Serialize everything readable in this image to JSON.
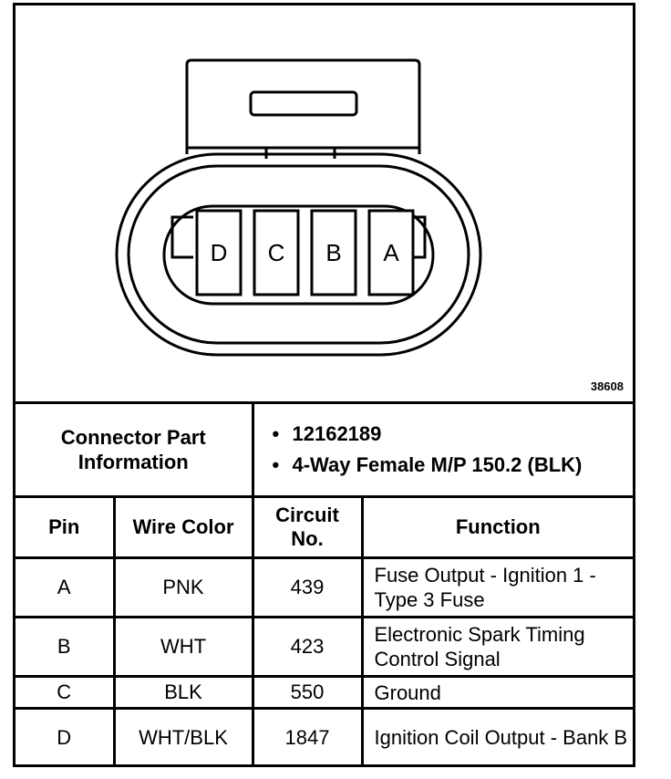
{
  "connector": {
    "pin_cavities": [
      "D",
      "C",
      "B",
      "A"
    ],
    "figure_id": "38608"
  },
  "info": {
    "label": "Connector Part Information",
    "items": [
      "12162189",
      "4-Way Female M/P 150.2 (BLK)"
    ],
    "bullet": "•"
  },
  "table": {
    "headers": {
      "pin": "Pin",
      "wire_color": "Wire Color",
      "circuit": "Circuit No.",
      "function": "Function"
    },
    "rows": [
      {
        "pin": "A",
        "wire_color": "PNK",
        "circuit": "439",
        "function": "Fuse Output - Ignition 1 - Type 3 Fuse"
      },
      {
        "pin": "B",
        "wire_color": "WHT",
        "circuit": "423",
        "function": "Electronic Spark Timing Control Signal"
      },
      {
        "pin": "C",
        "wire_color": "BLK",
        "circuit": "550",
        "function": "Ground"
      },
      {
        "pin": "D",
        "wire_color": "WHT/BLK",
        "circuit": "1847",
        "function": "Ignition Coil Output - Bank B"
      }
    ]
  }
}
